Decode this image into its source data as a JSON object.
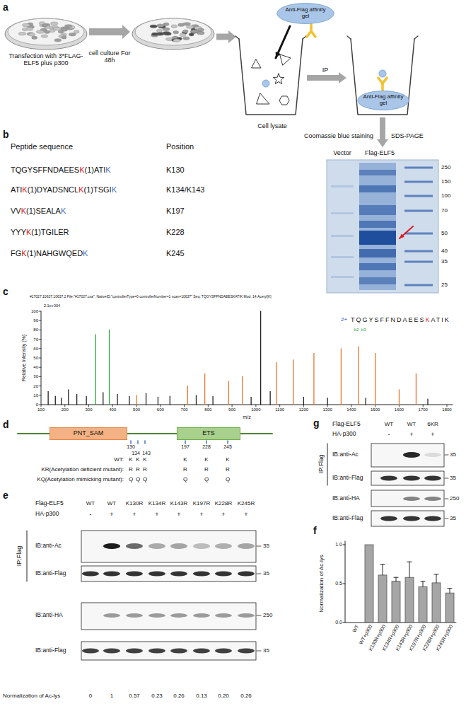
{
  "diagram": {
    "nodes": [
      {
        "text": [
          "Anti-Flag affinity gel"
        ]
      },
      {
        "text": [
          "Anti-Flag affinity gel"
        ]
      },
      {
        "text": [
          "PNT_SAM"
        ]
      },
      {
        "text": [
          "ETS"
        ]
      }
    ],
    "labels": [
      "a",
      "Transfection with 3*FLAG-ELF5 plus p300",
      "cell culture For 48h",
      "Cell lysate",
      "IP",
      "Coomassie blue staining",
      "SDS-PAGE",
      "b",
      "Peptide sequence",
      "Position",
      "TQGYSFFNDAEESK(1)ATIK",
      "K130",
      "ATIK(1)DYADSNCLK(1)TSGIK",
      "K134/K143",
      "VVK(1)SEALAK",
      "K197",
      "YYYK(1)TGILER",
      "K228",
      "FGK(1)NAHGWQEDK",
      "K245",
      "Vector",
      "Flag-ELF5",
      "250",
      "150",
      "100",
      "70",
      "50",
      "40",
      "35",
      "25",
      "c",
      "#17027.10637.10637.2 File:\"#17027.csa\", NativeID:\"controllerType=0 controllerNumber=1 scan=10637\" Seq: TQGYSFFNDAEESKATIK Mod: 14,Acetyl[K]",
      "2.1e+004",
      "Relative Intensity (%)",
      "100",
      "90",
      "80",
      "70",
      "60",
      "50",
      "40",
      "30",
      "20",
      "10",
      "0",
      "100",
      "200",
      "300",
      "400",
      "500",
      "600",
      "700",
      "800",
      "900",
      "1000",
      "1100",
      "1200",
      "1300",
      "1400",
      "1500",
      "1600",
      "1700",
      "1800",
      "m/z",
      "2+",
      "TQGYSFFNDAEESKATIK",
      "b2",
      "b3",
      "d",
      "130",
      "134",
      "143",
      "197",
      "228",
      "245",
      "WT:",
      "K",
      "K",
      "K",
      "K",
      "K",
      "K",
      "KR(Acetylation deficient mutant):",
      "R",
      "R",
      "R",
      "R",
      "R",
      "R",
      "KQ(Acetylation mimicking mutant):",
      "Q",
      "Q",
      "Q",
      "Q",
      "Q",
      "Q",
      "e",
      "Flag-ELF5",
      "WT",
      "WT",
      "K130R",
      "K134R",
      "K143R",
      "K197R",
      "K228R",
      "K245R",
      "HA-p300",
      "-",
      "+",
      "+",
      "+",
      "+",
      "+",
      "+",
      "+",
      "IP:Flag",
      "IB:anti-Ac",
      "35",
      "IB:anti-Flag",
      "35",
      "IB:anti-HA",
      "250",
      "IB:anti-Flag",
      "35",
      "Normalization of Ac-lys",
      "0",
      "1",
      "0.57",
      "0.23",
      "0.26",
      "0.13",
      "0.20",
      "0.26",
      "f",
      "Normalization of Ac-lys",
      "1.0",
      "0.5",
      "0.0",
      "WT",
      "WT+p300",
      "K130R+p300",
      "K134R+p300",
      "K143R+p300",
      "K197R+p300",
      "K228R+p300",
      "K245R+p300",
      "g",
      "Flag-ELF5",
      "WT",
      "WT",
      "6KR",
      "HA-p300",
      "-",
      "+",
      "+",
      "IP:Flag",
      "IB:anti-Ac",
      "35",
      "IB:anti-Flag",
      "35",
      "IB:anti-HA",
      "250",
      "IB:anti-Flag",
      "35"
    ]
  }
}
